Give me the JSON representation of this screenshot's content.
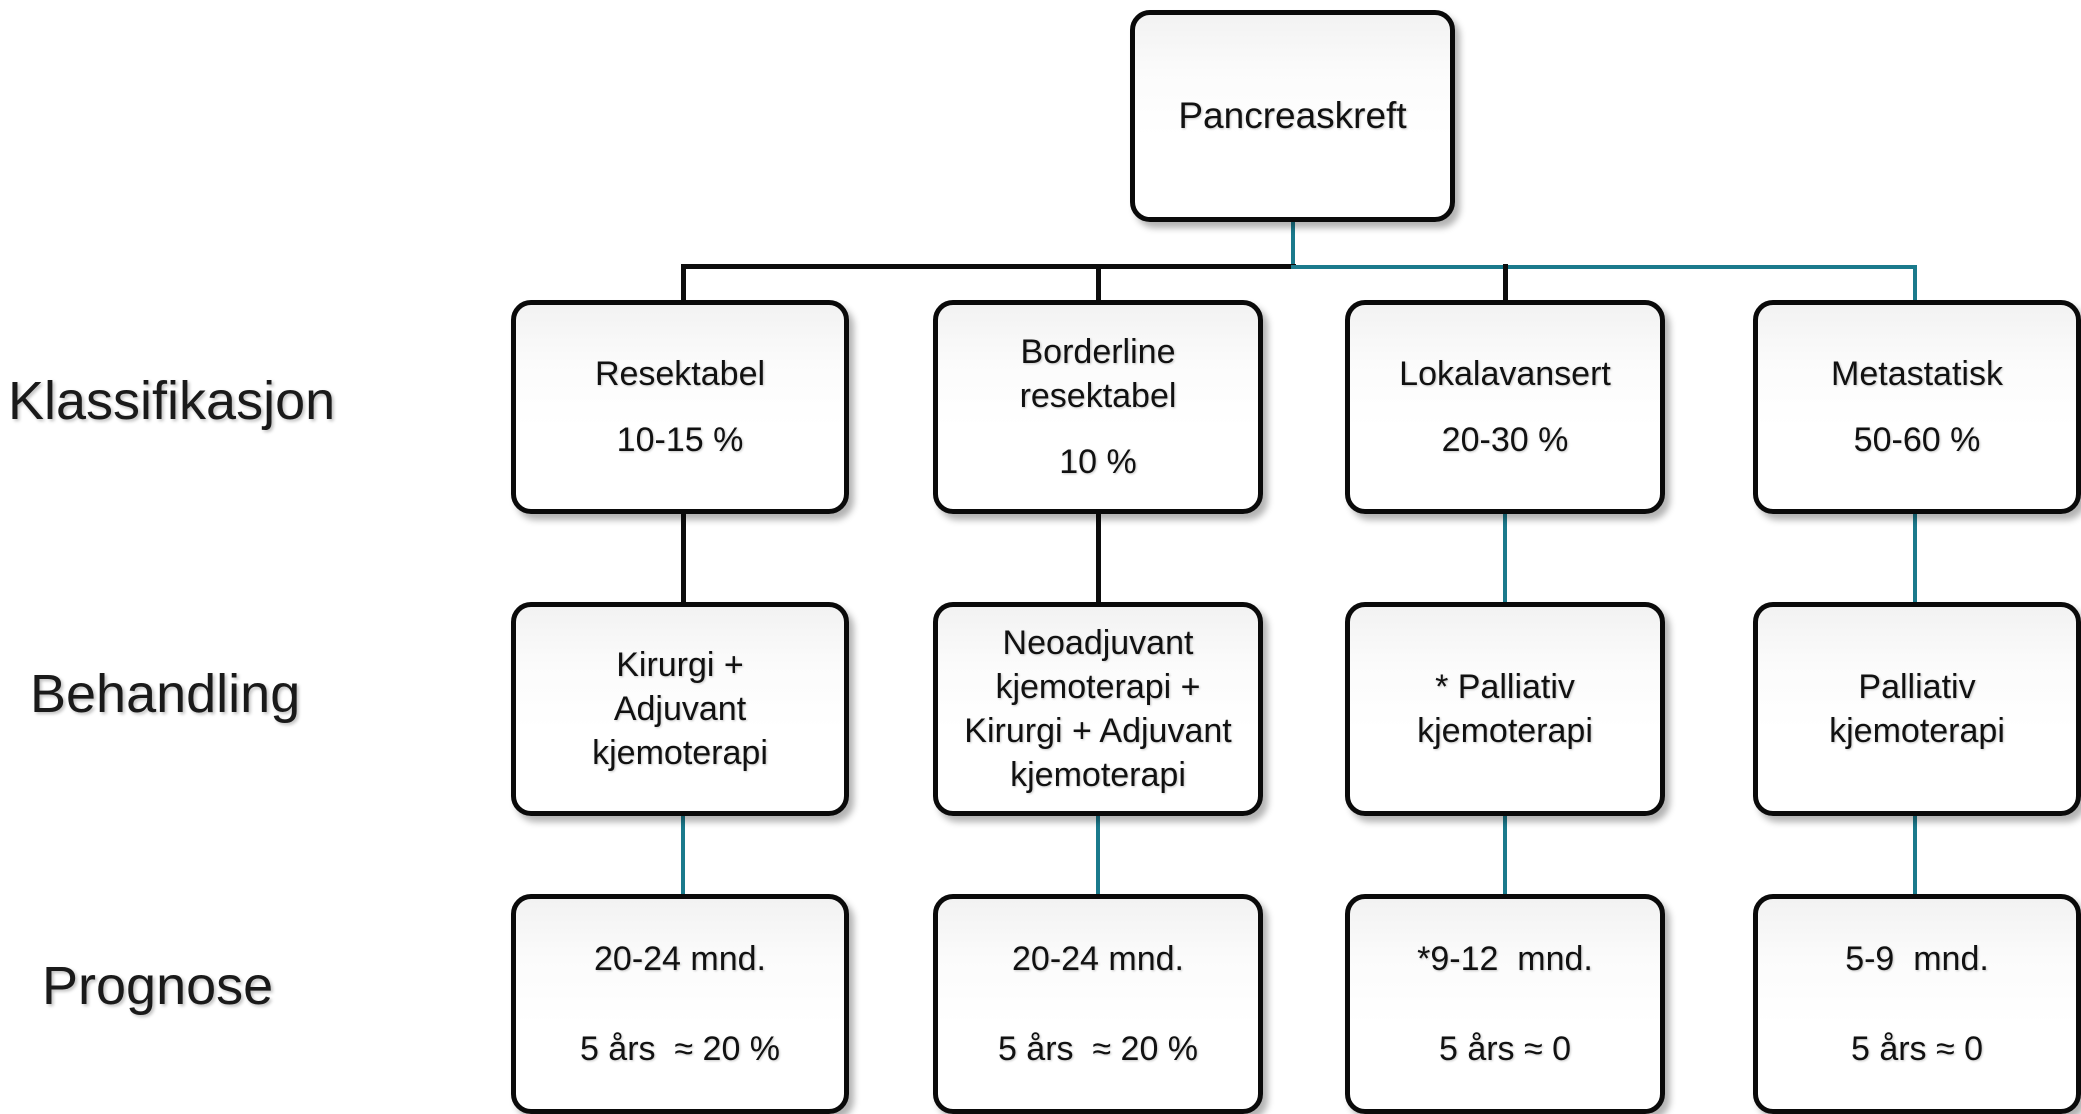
{
  "diagram": {
    "title": "Pancreaskreft",
    "accent_color": "#1a7a8c",
    "line_color": "#0d0d0d",
    "root": {
      "label": "Pancreaskreft"
    },
    "row_labels": {
      "classification": "Klassifikasjon",
      "treatment": "Behandling",
      "prognosis": "Prognose"
    },
    "columns": [
      {
        "id": "resektabel",
        "classification": {
          "name": "Resektabel",
          "share": "10-15 %"
        },
        "treatment": {
          "lines": [
            "Kirurgi +",
            "Adjuvant",
            "kjemoterapi"
          ]
        },
        "prognosis": {
          "median": "20-24 mnd.",
          "survival": "5 års  ≈ 20 %"
        }
      },
      {
        "id": "borderline-resektabel",
        "classification": {
          "name": "Borderline\nresektabel",
          "share": "10 %"
        },
        "treatment": {
          "lines": [
            "Neoadjuvant",
            "kjemoterapi +",
            "Kirurgi + Adjuvant",
            "kjemoterapi"
          ]
        },
        "prognosis": {
          "median": "20-24 mnd.",
          "survival": "5 års  ≈ 20 %"
        }
      },
      {
        "id": "lokalavansert",
        "classification": {
          "name": "Lokalavansert",
          "share": "20-30 %"
        },
        "treatment": {
          "lines": [
            "* Palliativ",
            "kjemoterapi"
          ]
        },
        "prognosis": {
          "median": "*9-12  mnd.",
          "survival": "5 års ≈ 0"
        }
      },
      {
        "id": "metastatisk",
        "classification": {
          "name": "Metastatisk",
          "share": "50-60 %"
        },
        "treatment": {
          "lines": [
            "Palliativ",
            "kjemoterapi"
          ]
        },
        "prognosis": {
          "median": "5-9  mnd.",
          "survival": "5 års ≈ 0"
        }
      }
    ]
  }
}
